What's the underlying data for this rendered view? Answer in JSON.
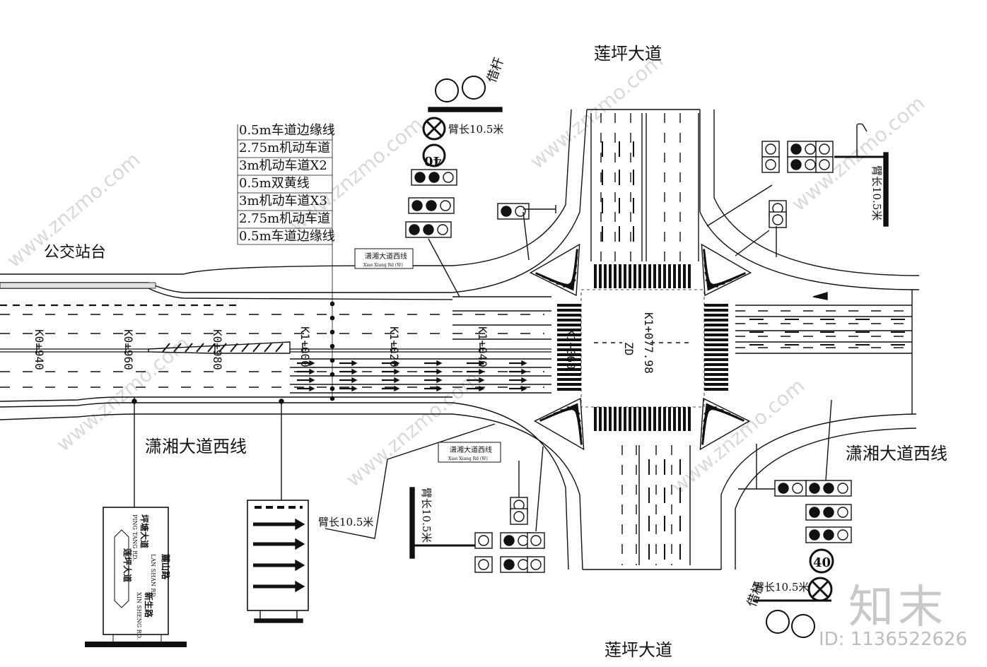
{
  "colors": {
    "line": "#111111",
    "watermark": "#d9d9d9"
  },
  "roads": {
    "north": "莲坪大道",
    "south": "莲坪大道",
    "west": "潇湘大道西线",
    "east": "潇湘大道西线"
  },
  "cross_section": [
    "0.5m车道边缘线",
    "2.75m机动车道",
    "3m机动车道X2",
    "0.5m双黄线",
    "3m机动车道X3",
    "2.75m机动车道",
    "0.5m车道边缘线"
  ],
  "bus_stop": "公交站台",
  "stations": [
    "K0+940",
    "K0+960",
    "K0+980",
    "K1+000",
    "K1+020",
    "K1+040",
    "K1+060"
  ],
  "center_station": {
    "line1": "K1+077.98",
    "line2": "ZD"
  },
  "arm_length_label": "臂长10.5米",
  "pole_label": "借杆",
  "speed_limit": "40",
  "small_sign": {
    "title": "潇湘大道西线",
    "pinyin": "Xiao Xiang Rd (W)"
  },
  "guide_sign": {
    "left_cn": "坪塘大道",
    "left_py": "PING TANG RD.",
    "mid_cn": "麓山路",
    "mid_py": "LAN SHAN RD.",
    "right_cn": "新生路",
    "right_py": "XIN SHENG RD.",
    "center_cn": "莲坪大道"
  },
  "watermark": "www.znzmo.com",
  "brand": {
    "logo": "知末",
    "id": "ID: 1136522626"
  }
}
